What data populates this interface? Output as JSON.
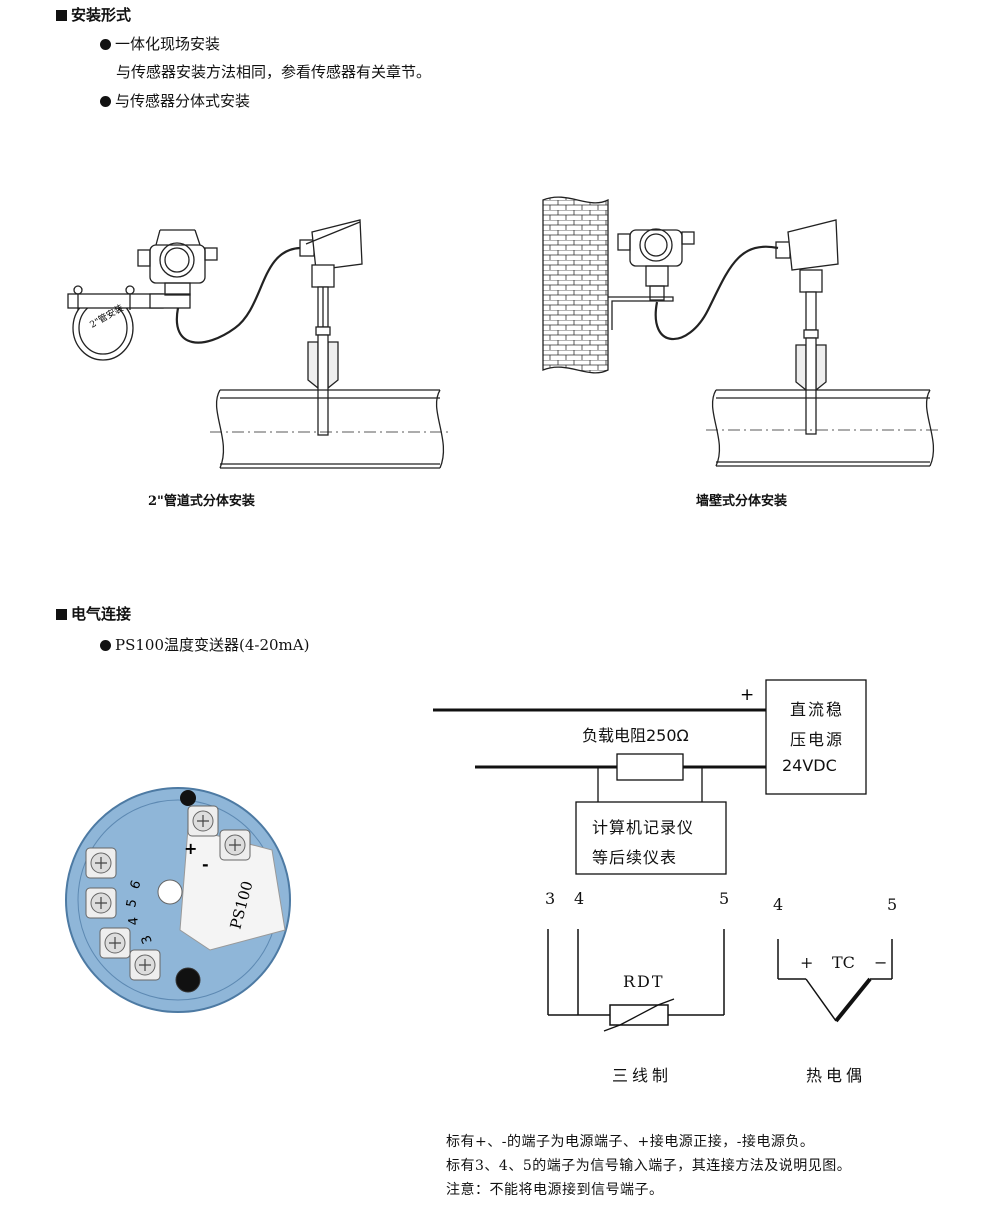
{
  "install": {
    "heading": "安装形式",
    "item1": "一体化现场安装",
    "item1_desc": "与传感器安装方法相同，参看传感器有关章节。",
    "item2": "与传感器分体式安装",
    "pipe_caption": "2\"管道式分体安装",
    "wall_caption": "墙壁式分体安装",
    "bracket_label": "2\"管安装"
  },
  "electrical": {
    "heading": "电气连接",
    "item1": "PS100温度变送器(4-20mA)",
    "module_label": "PS100",
    "module_terminals": [
      "+",
      "-",
      "6",
      "5",
      "4",
      "3"
    ],
    "plus_sign": "+",
    "load_label": "负载电阻250Ω",
    "power_line1": "直流稳",
    "power_line2": "压电源",
    "power_line3": "24VDC",
    "recorder_line1": "计算机记录仪",
    "recorder_line2": "等后续仪表",
    "rdt_t3": "3",
    "rdt_t4": "4",
    "rdt_t5": "5",
    "rdt_label": "RDT",
    "rdt_caption": "三线制",
    "tc_t4": "4",
    "tc_t5": "5",
    "tc_plus": "+",
    "tc_label": "TC",
    "tc_minus": "−",
    "tc_caption": "热电偶",
    "notes": [
      "标有+、-的端子为电源端子、+接电源正接，-接电源负。",
      "标有3、4、5的端子为信号输入端子，其连接方法及说明见图。",
      "注意：不能将电源接到信号端子。"
    ]
  }
}
